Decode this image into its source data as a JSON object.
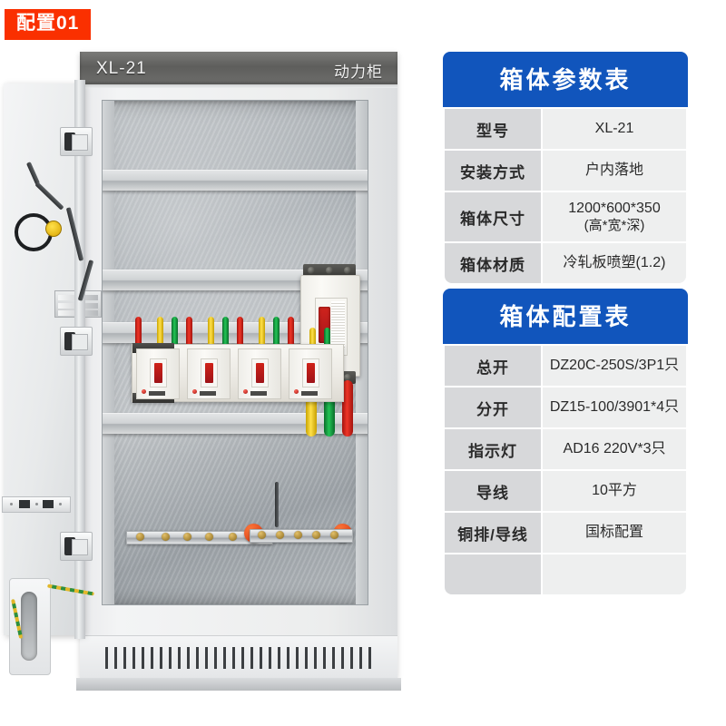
{
  "badge": {
    "label": "配置01"
  },
  "product_photo": {
    "alt_name": "xl-21-power-distribution-cabinet",
    "cabinet_top_label_left": "XL-21",
    "cabinet_top_label_right": "动力柜",
    "components": {
      "main_breaker": "main-breaker",
      "sub_breaker_count": 4,
      "indicator_lamp": "indicator-lamp",
      "neutral_busbar": "neutral-busbar",
      "ground_busbar": "ground-busbar",
      "ventilation_slots": "ventilation-slots",
      "door_handle": "door-handle",
      "grounding_wire": "grounding-wire"
    },
    "wire_colors": {
      "phase_a": "#ffe14a",
      "phase_b": "#22c455",
      "phase_c": "#ef3527",
      "ground": "#2f8f3c"
    }
  },
  "theme": {
    "badge_bg": "#fa3000",
    "table_header_bg": "#1155bc",
    "key_cell_bg": "#d7d8da",
    "value_cell_bg": "#eeefef"
  },
  "param_table": {
    "title": "箱体参数表",
    "rows": [
      {
        "key": "型号",
        "value": "XL-21",
        "value2": ""
      },
      {
        "key": "安装方式",
        "value": "户内落地",
        "value2": ""
      },
      {
        "key": "箱体尺寸",
        "value": "1200*600*350",
        "value2": "(高*宽*深)"
      },
      {
        "key": "箱体材质",
        "value": "冷轧板喷塑(1.2)",
        "value2": ""
      }
    ]
  },
  "config_table": {
    "title": "箱体配置表",
    "rows": [
      {
        "key": "总开",
        "value": "DZ20C-250S/3P1只"
      },
      {
        "key": "分开",
        "value": "DZ15-100/3901*4只"
      },
      {
        "key": "指示灯",
        "value": "AD16 220V*3只"
      },
      {
        "key": "导线",
        "value": "10平方"
      },
      {
        "key": "铜排/导线",
        "value": "国标配置"
      },
      {
        "key": "",
        "value": ""
      }
    ]
  }
}
